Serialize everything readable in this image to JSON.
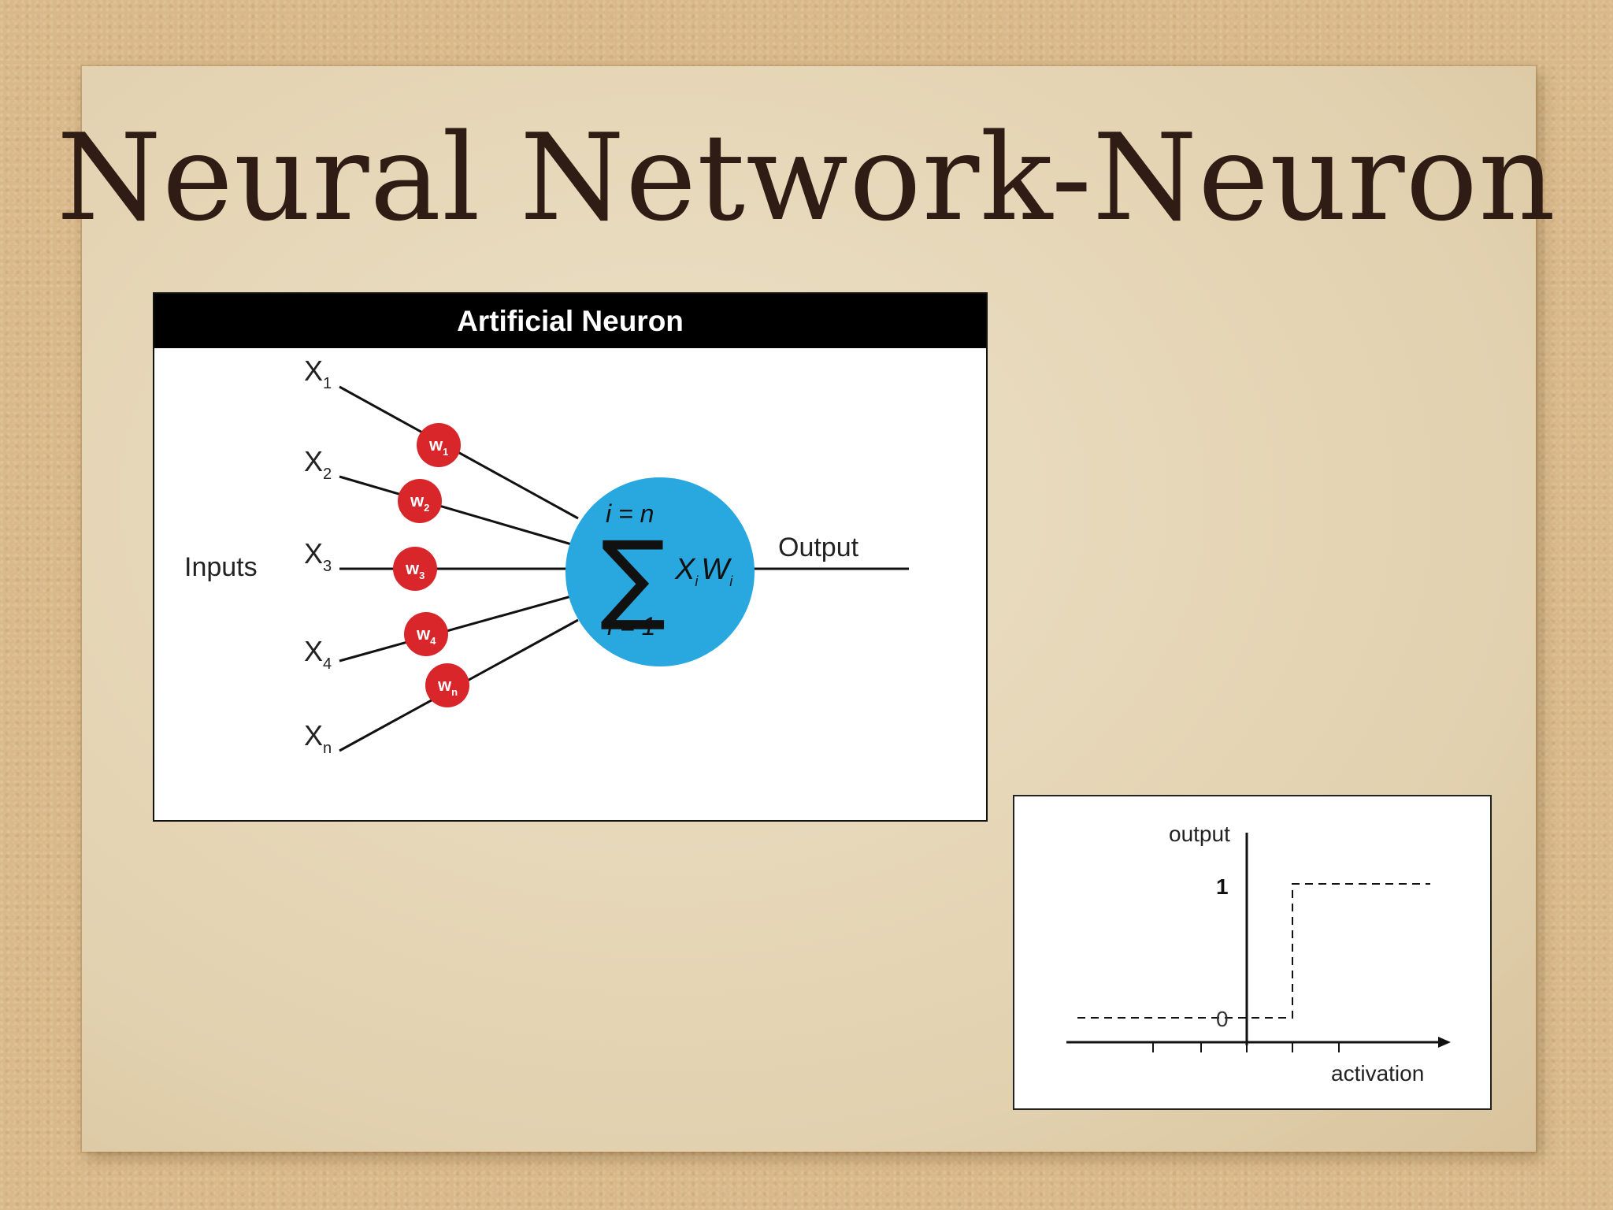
{
  "slide": {
    "title": "Neural Network-Neuron"
  },
  "neuron_diagram": {
    "header": "Artificial Neuron",
    "inputs_label": "Inputs",
    "output_label": "Output",
    "inputs": [
      "X",
      "X",
      "X",
      "X",
      "X"
    ],
    "input_subscripts": [
      "1",
      "2",
      "3",
      "4",
      "n"
    ],
    "weights": [
      "w",
      "w",
      "w",
      "w",
      "w"
    ],
    "weight_subscripts": [
      "1",
      "2",
      "3",
      "4",
      "n"
    ],
    "sum_top": "i = n",
    "sum_symbol": "∑",
    "sum_bottom": "i = 1",
    "sum_term_x": "X",
    "sum_term_x_sub": "i",
    "sum_term_w": "W",
    "sum_term_w_sub": "i",
    "colors": {
      "neuron": "#29a8e0",
      "weight": "#d8262b"
    }
  },
  "step_function": {
    "y_label": "output",
    "x_label": "activation",
    "tick_one": "1",
    "tick_zero": "0"
  }
}
